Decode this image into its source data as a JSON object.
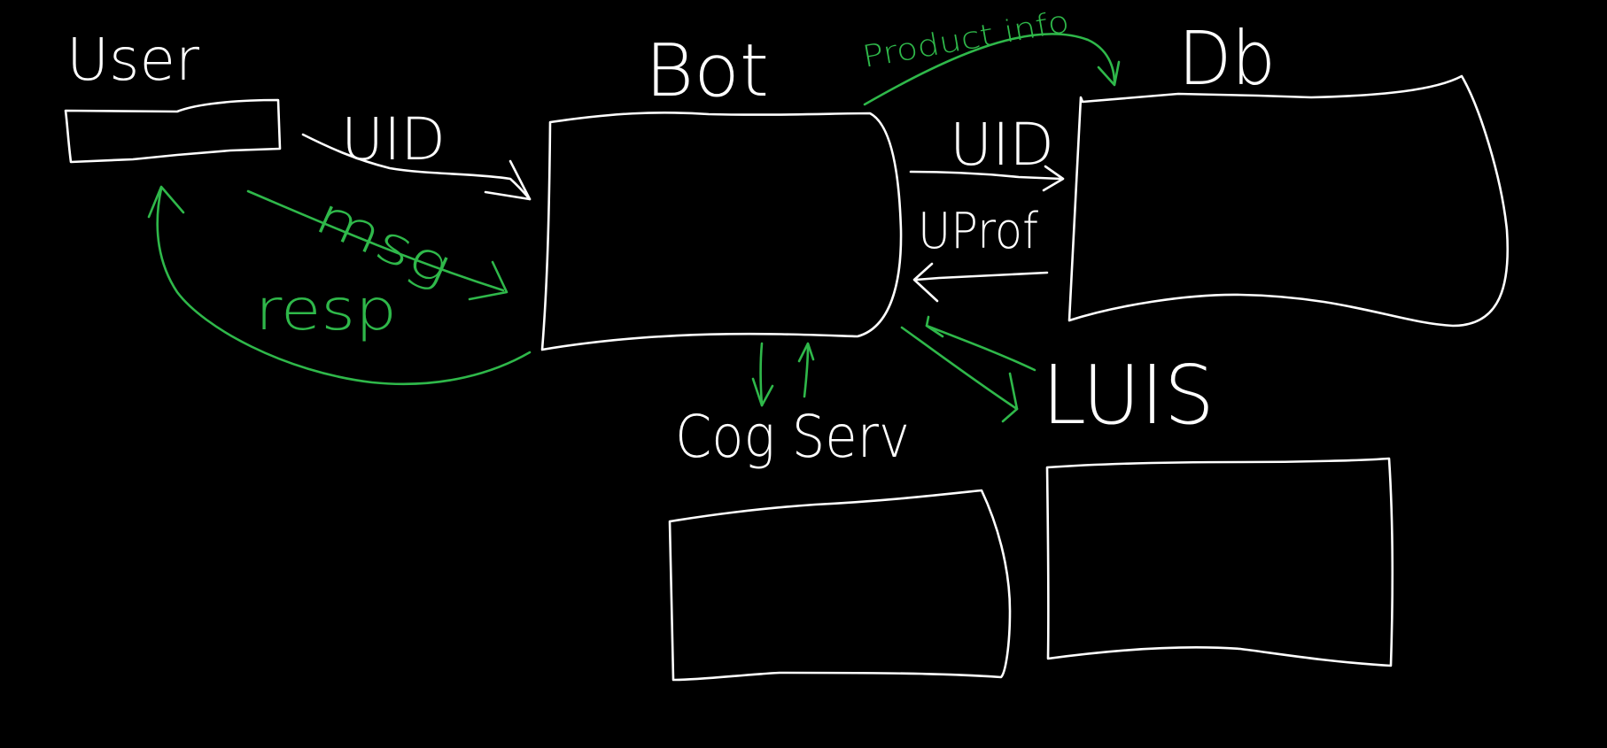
{
  "colors": {
    "background": "#000000",
    "ink_white": "#ffffff",
    "ink_green": "#2fb84a"
  },
  "nodes": {
    "user": "User",
    "bot": "Bot",
    "db": "Db",
    "luis": "LUIS",
    "cog_serv": "Cog Serv"
  },
  "edges": {
    "user_to_bot_uid": "UID",
    "user_to_bot_msg": "msg",
    "bot_to_user_resp": "resp",
    "bot_to_db_uid": "UID",
    "db_to_bot_uprof": "UProf",
    "db_to_bot_product_info": "Product info"
  }
}
